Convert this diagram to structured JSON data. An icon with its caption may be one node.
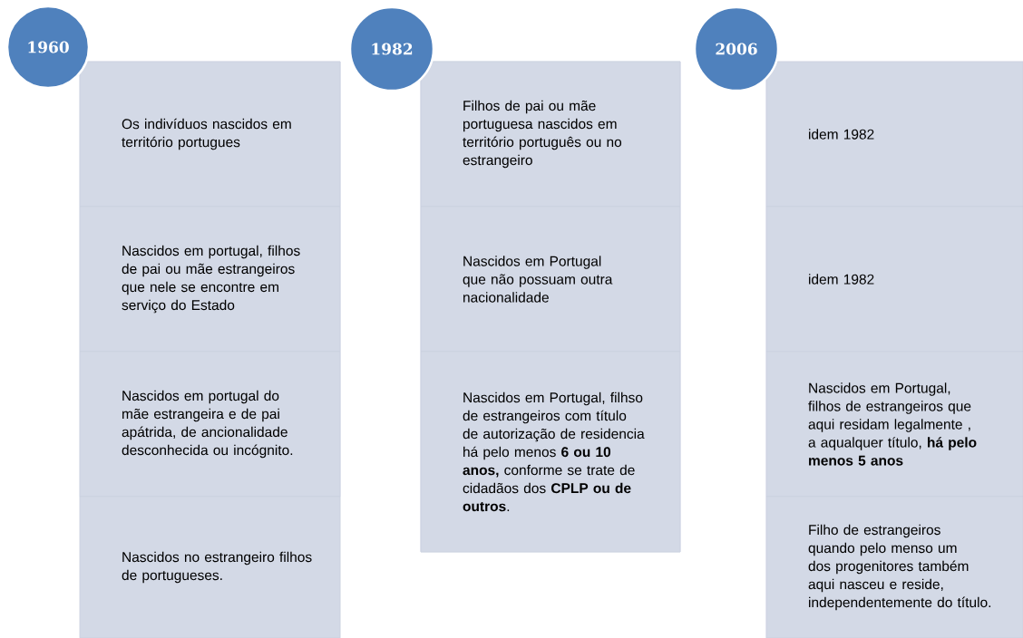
{
  "diagram": {
    "nodes": [
      {
        "text": [
          "1960"
        ]
      },
      {
        "text": [],
        "shape": "box"
      },
      {
        "text": [
          "Os indivíduos nascidos em território portugues"
        ],
        "in": 1
      },
      {
        "text": [
          "Nascidos em portugal, filhos de pai ou mãe estrangeiros que nele se encontre em serviço do Estado"
        ],
        "in": 1
      },
      {
        "text": [
          "Nascidos em portugal do mãe estrangeira e de pai apátrida, de ancionalidade desconhecida ou incógnito."
        ],
        "in": 1
      },
      {
        "text": [
          "Nascidos no estrangeiro filhos de portugueses."
        ],
        "in": 1
      },
      {
        "text": [
          "1982"
        ]
      },
      {
        "text": [],
        "shape": "box"
      },
      {
        "text": [
          "Filhos de pai ou mãe portuguesa nascidos em território português ou no estrangeiro"
        ],
        "in": 7
      },
      {
        "text": [
          "Nascidos em Portugal que não possuam outra nacionalidade"
        ],
        "in": 7
      },
      {
        "text": [
          "Nascidos em Portugal, filhso de estrangeiros com título de autorização de residencia há pelo menos **6 ou 10 anos,** conforme se trate de cidadãos dos **CPLP ou de outros**."
        ],
        "in": 7
      },
      {
        "text": [
          "2006"
        ]
      },
      {
        "text": [],
        "shape": "box"
      },
      {
        "text": [
          "idem 1982"
        ],
        "in": 12
      },
      {
        "text": [
          "idem 1982"
        ],
        "in": 12
      },
      {
        "text": [
          "Nascidos em Portugal, filhos de estrangeiros que aqui residam legalmente , a aqualquer título, **há pelo menos 5 anos**"
        ],
        "in": 12
      },
      {
        "text": [
          "Filho de estrangeiros quando pelo menso um dos progenitores também aqui nasceu e reside, independentemente do título."
        ],
        "in": 12
      }
    ]
  }
}
